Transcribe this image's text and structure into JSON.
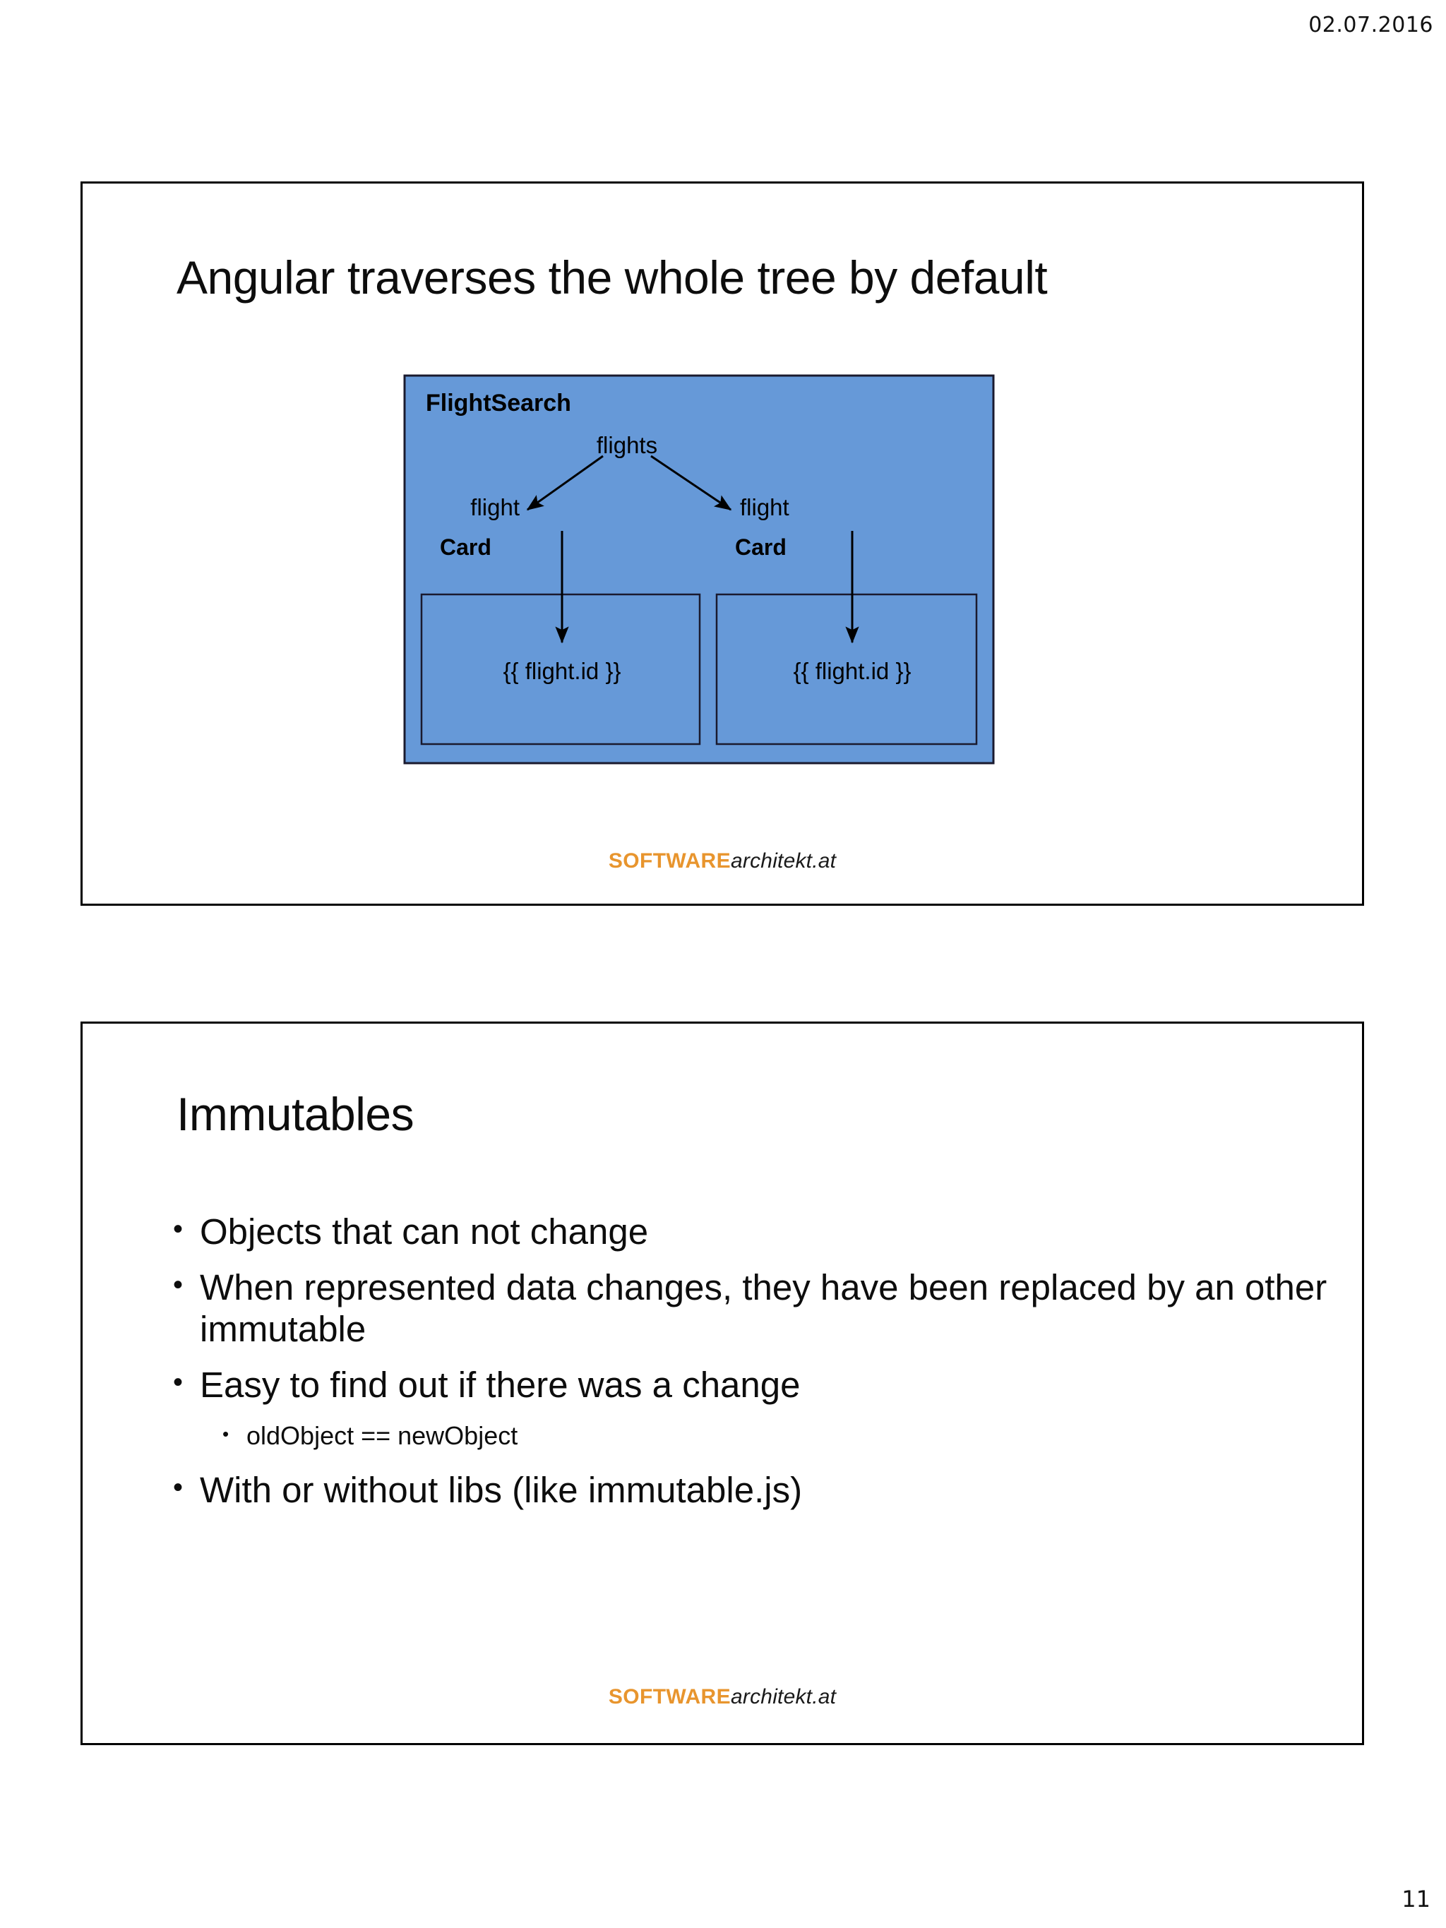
{
  "header": {
    "date": "02.07.2016"
  },
  "footer": {
    "page_number": "11",
    "logo_strong": "SOFTWARE",
    "logo_italic": "architekt.at",
    "logo_strong_color": "#e8952e",
    "logo_italic_color": "#1a1a1a"
  },
  "slides": [
    {
      "title": "Angular traverses the whole tree by default",
      "diagram": {
        "fill_color": "#6699d8",
        "stroke_color": "#1a1a2e",
        "root": "FlightSearch",
        "root_binding": "flights",
        "child_bindings": [
          "flight",
          "flight"
        ],
        "children": [
          {
            "name": "Card",
            "expression": "{{ flight.id }}"
          },
          {
            "name": "Card",
            "expression": "{{ flight.id }}"
          }
        ]
      }
    },
    {
      "title": "Immutables",
      "bullets": [
        {
          "level": 1,
          "text": "Objects that can not change"
        },
        {
          "level": 1,
          "text": "When represented data changes, they have been replaced by an other immutable"
        },
        {
          "level": 1,
          "text": "Easy to find out if there was a change"
        },
        {
          "level": 2,
          "text": "oldObject == newObject"
        },
        {
          "level": 1,
          "text": "With or without libs (like immutable.js)"
        }
      ]
    }
  ]
}
